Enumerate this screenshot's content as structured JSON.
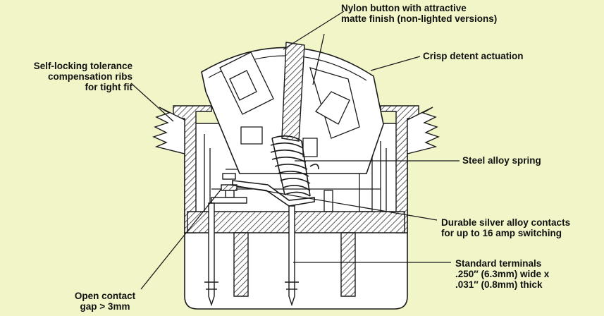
{
  "colors": {
    "background": "#f2f5c8",
    "line": "#1a1a1a",
    "hatch": "#333333"
  },
  "labels": {
    "nylon_button": [
      "Nylon button with attractive",
      "matte finish (non-lighted versions)"
    ],
    "self_locking": [
      "Self-locking tolerance",
      "compensation ribs",
      "for tight fit"
    ],
    "crisp_detent": [
      "Crisp detent actuation"
    ],
    "steel_spring": [
      "Steel alloy spring"
    ],
    "silver_contacts": [
      "Durable silver alloy contacts",
      "for up to 16 amp switching"
    ],
    "terminals": [
      "Standard terminals",
      ".250″ (6.3mm) wide x",
      ".031″ (0.8mm) thick"
    ],
    "contact_gap": [
      "Open contact",
      "gap > 3mm"
    ]
  }
}
